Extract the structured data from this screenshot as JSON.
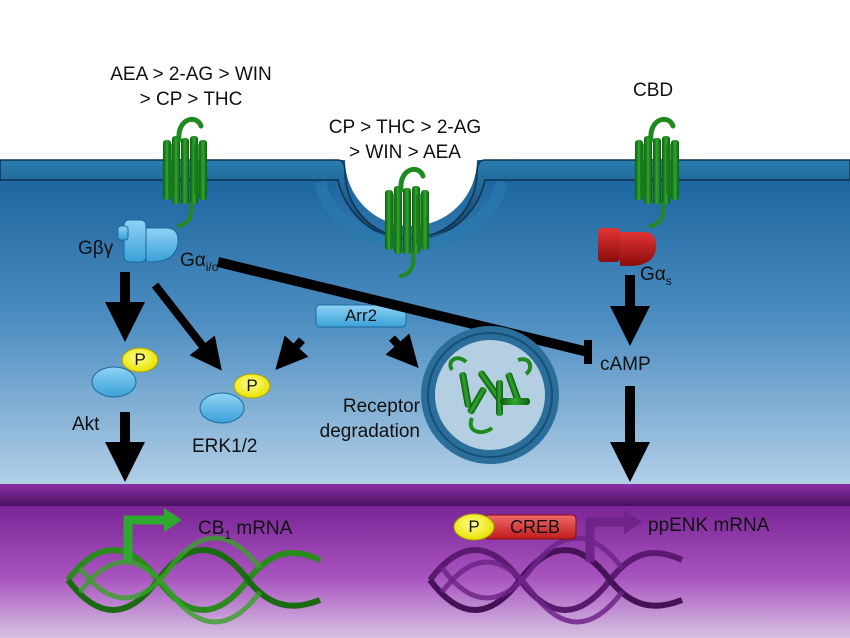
{
  "ligands": {
    "left_line1": "AEA > 2-AG > WIN",
    "left_line2": "> CP > THC",
    "middle_line1": "CP > THC > 2-AG",
    "middle_line2": "> WIN > AEA",
    "right": "CBD"
  },
  "proteins": {
    "gbg": "Gβγ",
    "gai_base": "Gα",
    "gai_sub": "i/o",
    "gas_base": "Gα",
    "gas_sub": "s",
    "arr2": "Arr2",
    "akt": "Akt",
    "erk": "ERK1/2",
    "p": "P",
    "camp": "cAMP",
    "receptor_deg_line1": "Receptor",
    "receptor_deg_line2": "degradation"
  },
  "nucleus": {
    "cb1_base": "CB",
    "cb1_sub": "1",
    "cb1_rest": " mRNA",
    "creb": "CREB",
    "ppenk": "ppENK mRNA"
  },
  "colors": {
    "membrane": "#1a5e8c",
    "cytoplasm_top": "#15609a",
    "cytoplasm_bottom": "#a9c7e2",
    "receptor": "#1f8a1f",
    "g_protein_i": "#5bb8ec",
    "g_protein_s": "#c01818",
    "arrestin": "#5bb8ec",
    "phospho": "#f2ef12",
    "nuclear_membrane": "#6d1a8a",
    "nucleus": "#9a3db0",
    "dna_green": "#2a8a1e",
    "dna_purple": "#5a1a70",
    "creb": "#e03434",
    "lysosome": "#2b6e9a"
  }
}
